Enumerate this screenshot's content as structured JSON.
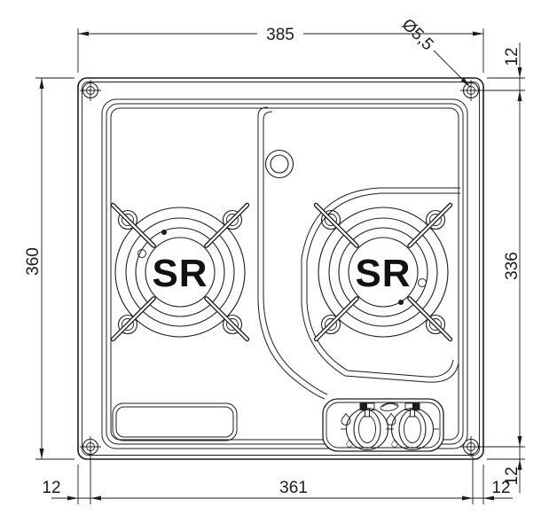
{
  "drawing": {
    "type": "technical-dimension-drawing",
    "subject": "two-burner gas hob, top view"
  },
  "dimensions": {
    "overall_width": "385",
    "hole_diameter": "Ø5,5",
    "hole_offset_top_right": "12",
    "overall_height": "360",
    "hole_spacing_vertical": "336",
    "hole_offset_bottom_right_vertical": "12",
    "hole_offset_bottom_left": "12",
    "hole_spacing_horizontal": "361",
    "hole_offset_bottom_right_horizontal": "12"
  },
  "burners": {
    "left": {
      "label": "SR"
    },
    "right": {
      "label": "SR"
    }
  },
  "controls": {
    "knob_count": 2,
    "icons": [
      "flame-high",
      "flame-low",
      "burner-selector",
      "brand-logo"
    ]
  },
  "colors": {
    "line": "#1c1c1c",
    "background": "#ffffff"
  }
}
